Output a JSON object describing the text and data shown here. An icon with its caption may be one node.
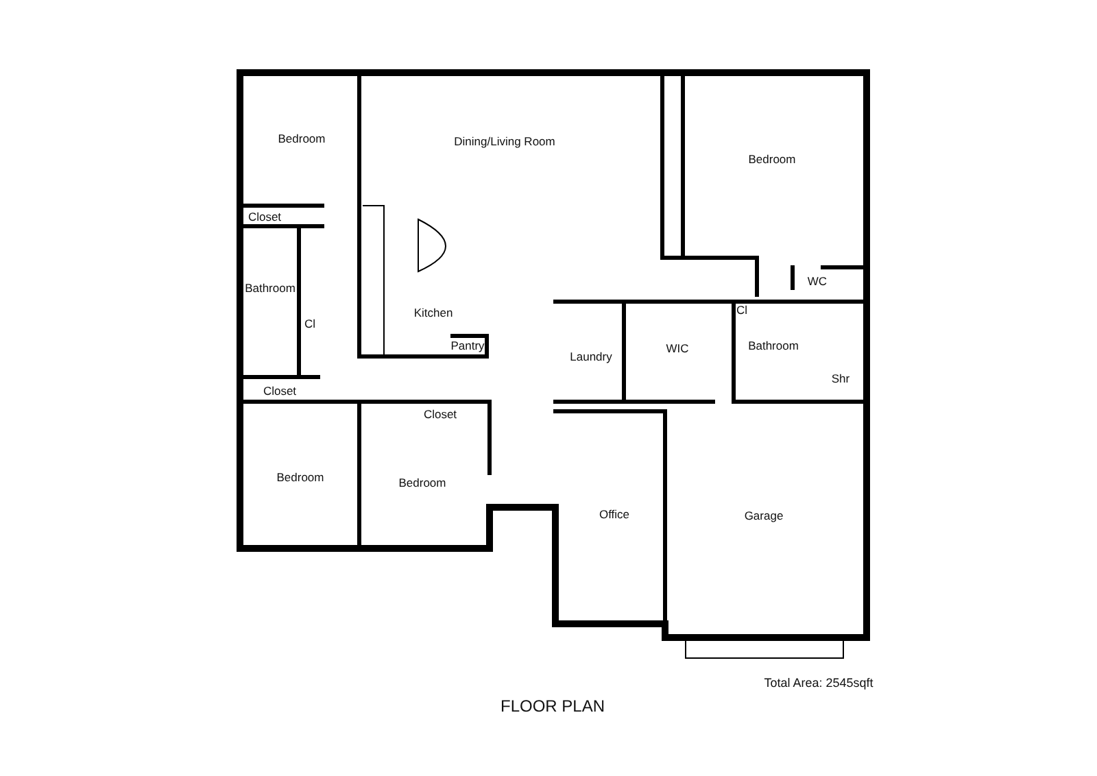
{
  "diagram": {
    "caption": "FLOOR PLAN",
    "labels": [
      "Bedroom",
      "Dining/Living Room",
      "Bedroom",
      "Closet",
      "WC",
      "Bathroom",
      "Cl",
      "Kitchen",
      "Pantry",
      "Cl",
      "Laundry",
      "WIC",
      "Bathroom",
      "Shr",
      "Closet",
      "Closet",
      "Bedroom",
      "Bedroom",
      "Office",
      "Garage",
      "Total Area: 2545sqft"
    ]
  }
}
